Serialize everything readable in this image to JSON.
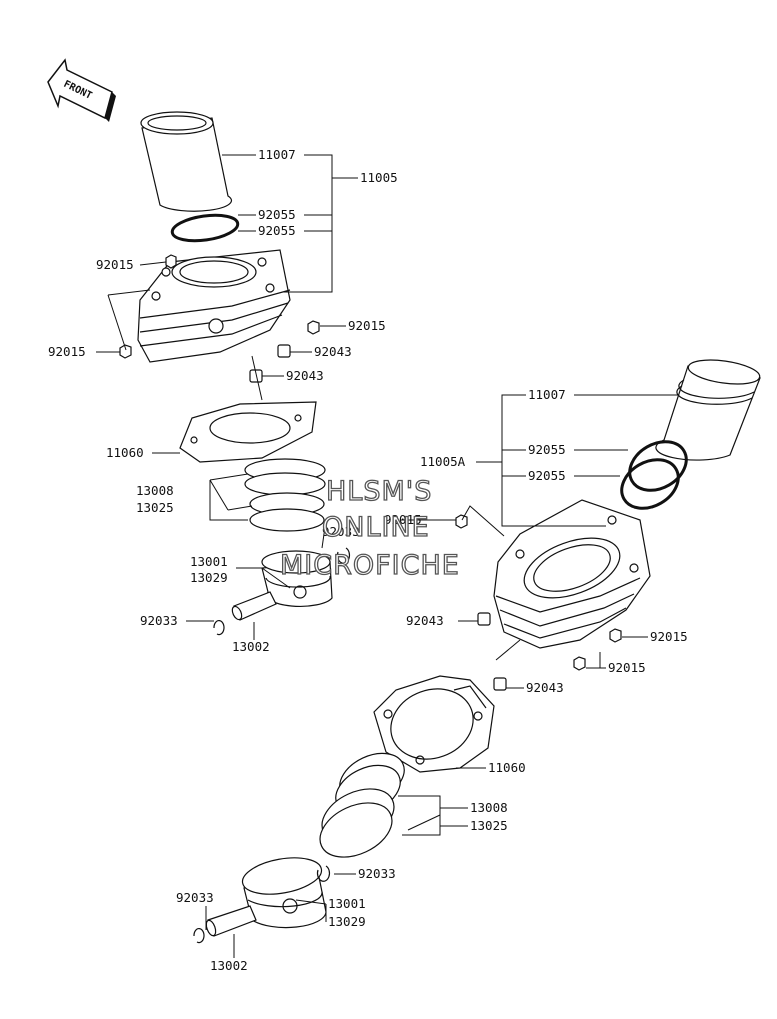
{
  "front_indicator": {
    "text": "FRONT"
  },
  "watermark": {
    "line1": "HLSM'S",
    "line2": "ONLINE",
    "line3": "MICROFICHE"
  },
  "upper_assembly": {
    "labels": {
      "sleeve": "11007",
      "cylinder_assy": "11005",
      "oring_a": "92055",
      "oring_b": "92055",
      "nut_top": "92015",
      "nut_left": "92015",
      "nut_right": "92015",
      "dowel_a": "92043",
      "dowel_b": "92043",
      "gasket": "11060",
      "ring_set_a": "13008",
      "ring_set_b": "13025",
      "circlip_right": "92033",
      "piston_a": "13001",
      "piston_b": "13029",
      "circlip_left": "92033",
      "pin": "13002"
    }
  },
  "lower_assembly": {
    "labels": {
      "sleeve": "11007",
      "cylinder_assy": "11005A",
      "oring_a": "92055",
      "oring_b": "92055",
      "nut_top": "92015",
      "dowel_left": "92043",
      "nut_right_a": "92015",
      "nut_right_b": "92015",
      "dowel_right": "92043",
      "gasket": "11060",
      "ring_set_a": "13008",
      "ring_set_b": "13025",
      "circlip_right": "92033",
      "piston_a": "13001",
      "piston_b": "13029",
      "circlip_left": "92033",
      "pin": "13002"
    }
  }
}
